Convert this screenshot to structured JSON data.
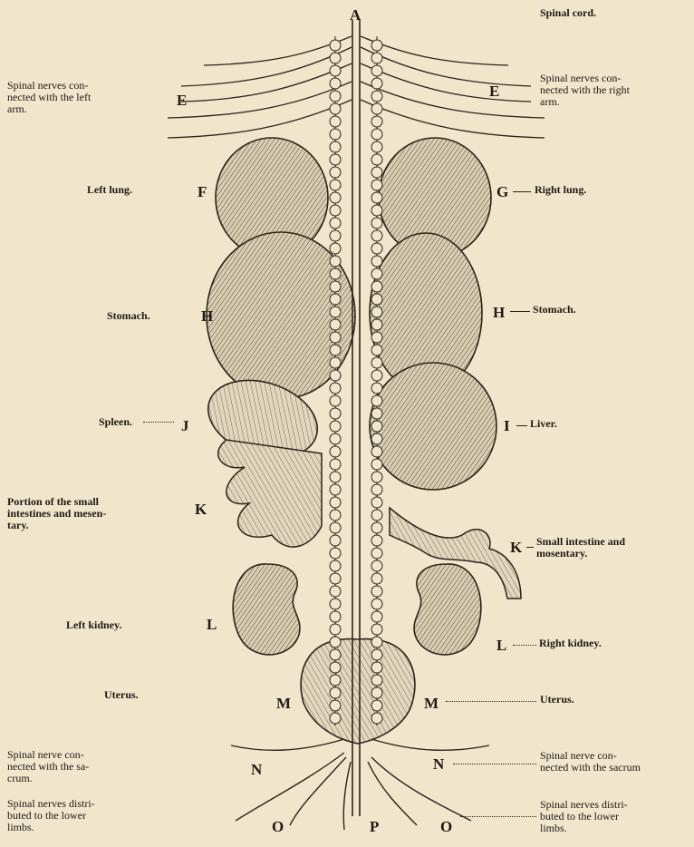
{
  "figure": {
    "letters": {
      "A": "A",
      "E_left": "E",
      "E_right": "E",
      "F": "F",
      "G": "G",
      "H_left": "H",
      "H_right": "H",
      "J": "J",
      "I": "I",
      "K_left": "K",
      "K_right": "K",
      "L_left": "L",
      "L_right": "L",
      "M_left": "M",
      "M_right": "M",
      "N_left": "N",
      "N_right": "N",
      "O_left": "O",
      "O_right": "O",
      "P": "P"
    },
    "left_labels": {
      "spinal_nerves_left_arm": "Spinal nerves con-\nnected with the left\narm.",
      "left_lung": "Left lung.",
      "stomach": "Stomach.",
      "spleen": "Spleen.",
      "small_intestines": "Portion of the small\nintestines and mesen-\ntary.",
      "left_kidney": "Left kidney.",
      "uterus": "Uterus.",
      "spinal_nerve_sacrum": "Spinal nerve con-\nnected with the sa-\ncrum.",
      "spinal_nerves_lower_limbs": "Spinal nerves distri-\nbuted to the lower\nlimbs."
    },
    "right_labels": {
      "spinal_cord": "Spinal cord.",
      "spinal_nerves_right_arm": "Spinal nerves con-\nnected with the right\narm.",
      "right_lung": "Right lung.",
      "stomach": "Stomach.",
      "liver": "Liver.",
      "small_intestine": "Small intestine and\nmosentary.",
      "right_kidney": "Right kidney.",
      "uterus": "Uterus.",
      "spinal_nerve_sacrum": "Spinal nerve con-\nnected with the sacrum",
      "spinal_nerves_lower_limbs": "Spinal nerves distri-\nbuted to the lower\nlimbs."
    }
  }
}
